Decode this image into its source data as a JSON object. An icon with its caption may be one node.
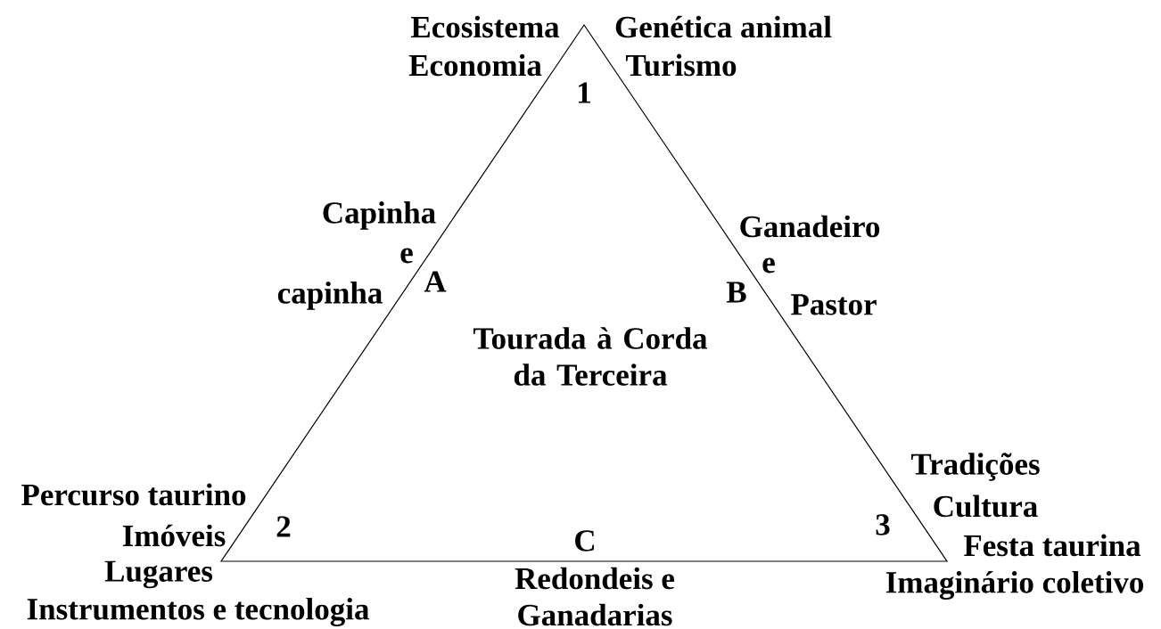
{
  "diagram": {
    "nodes": [
      {
        "text": [
          "Tourada à Corda da Terceira"
        ]
      }
    ],
    "labels": [
      "Ecosistema",
      "Genética animal",
      "Economia",
      "Turismo",
      "1",
      "Capinha",
      "Ganadeiro",
      "e",
      "e",
      "A",
      "capinha",
      "B",
      "Pastor",
      "Tradições",
      "Percurso taurino",
      "Cultura",
      "Imóveis",
      "2",
      "3",
      "C",
      "Festa taurina",
      "Lugares",
      "Redondeis e",
      "Imaginário coletivo",
      "Instrumentos e tecnologia",
      "Ganadarias"
    ]
  }
}
